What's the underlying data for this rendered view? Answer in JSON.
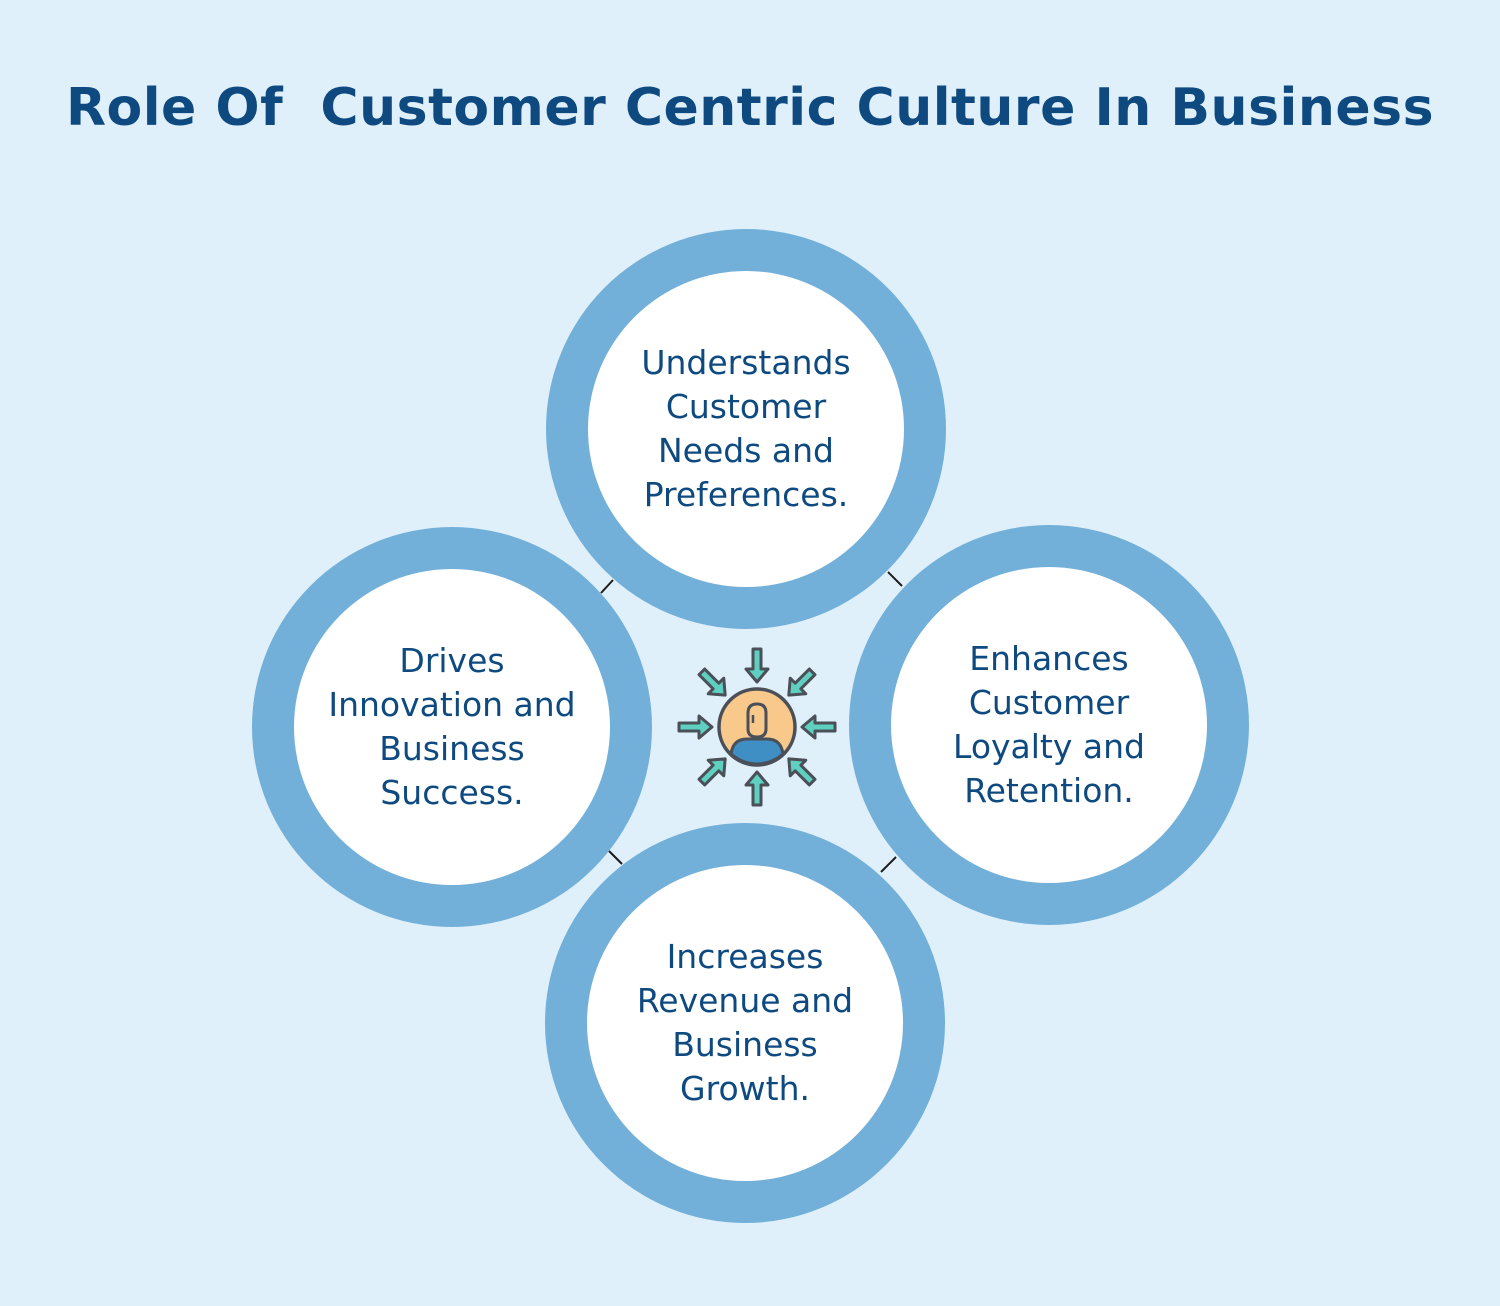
{
  "title": "Role Of  Customer Centric Culture In Business",
  "nodes": {
    "top": "Understands Customer Needs and Preferences.",
    "right": "Enhances Customer Loyalty and Retention.",
    "bottom": "Increases Revenue and Business Growth.",
    "left": "Drives Innovation and Business Success."
  },
  "hub": {
    "icon": "customer-centric-icon"
  },
  "colors": {
    "background": "#dff0fa",
    "ring": "#72b0da",
    "text": "#0e4a80",
    "icon_face": "#f8c98a",
    "icon_arrow": "#5fd0c0"
  }
}
